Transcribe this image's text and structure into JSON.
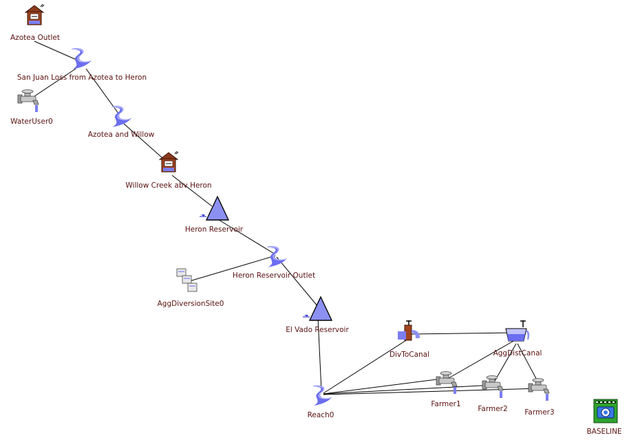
{
  "nodes": [
    {
      "id": "azotea-outlet",
      "type": "gage",
      "label": "Azotea Outlet"
    },
    {
      "id": "san-juan-loss",
      "type": "reach",
      "label": "San Juan Loss from Azotea to Heron"
    },
    {
      "id": "water-user-0",
      "type": "water-user",
      "label": "WaterUser0"
    },
    {
      "id": "azotea-and-willow",
      "type": "reach",
      "label": "Azotea and Willow"
    },
    {
      "id": "willow-creek",
      "type": "gage",
      "label": "Willow Creek abv Heron"
    },
    {
      "id": "heron-reservoir",
      "type": "reservoir",
      "label": "Heron Reservoir"
    },
    {
      "id": "heron-reservoir-outlet",
      "type": "reach",
      "label": "Heron Reservoir Outlet"
    },
    {
      "id": "agg-diversion-site-0",
      "type": "agg-diversion",
      "label": "AggDiversionSite0"
    },
    {
      "id": "el-vado-reservoir",
      "type": "reservoir",
      "label": "El Vado Reservoir"
    },
    {
      "id": "div-to-canal",
      "type": "diversion",
      "label": "DivToCanal"
    },
    {
      "id": "agg-dist-canal",
      "type": "canal",
      "label": "AggDistCanal"
    },
    {
      "id": "reach-0",
      "type": "reach",
      "label": "Reach0"
    },
    {
      "id": "farmer-1",
      "type": "water-user",
      "label": "Farmer1"
    },
    {
      "id": "farmer-2",
      "type": "water-user",
      "label": "Farmer2"
    },
    {
      "id": "farmer-3",
      "type": "water-user",
      "label": "Farmer3"
    },
    {
      "id": "baseline",
      "type": "snapshot",
      "label": "BASELINE"
    }
  ],
  "links": [
    [
      "azotea-outlet",
      "san-juan-loss"
    ],
    [
      "san-juan-loss",
      "water-user-0"
    ],
    [
      "san-juan-loss",
      "azotea-and-willow"
    ],
    [
      "azotea-and-willow",
      "willow-creek"
    ],
    [
      "willow-creek",
      "heron-reservoir"
    ],
    [
      "heron-reservoir",
      "heron-reservoir-outlet"
    ],
    [
      "heron-reservoir-outlet",
      "agg-diversion-site-0"
    ],
    [
      "heron-reservoir-outlet",
      "el-vado-reservoir"
    ],
    [
      "el-vado-reservoir",
      "reach-0"
    ],
    [
      "reach-0",
      "div-to-canal"
    ],
    [
      "div-to-canal",
      "agg-dist-canal"
    ],
    [
      "agg-dist-canal",
      "farmer-1"
    ],
    [
      "agg-dist-canal",
      "farmer-2"
    ],
    [
      "agg-dist-canal",
      "farmer-3"
    ],
    [
      "reach-0",
      "farmer-1"
    ],
    [
      "reach-0",
      "farmer-2"
    ],
    [
      "reach-0",
      "farmer-3"
    ]
  ],
  "colors": {
    "link": "#000000",
    "label": "#5a1010",
    "reach": "#6b6ef0",
    "reservoir": "#8c90f2",
    "gage": "#8b3a1e",
    "snapshot": "#2ea22e"
  }
}
